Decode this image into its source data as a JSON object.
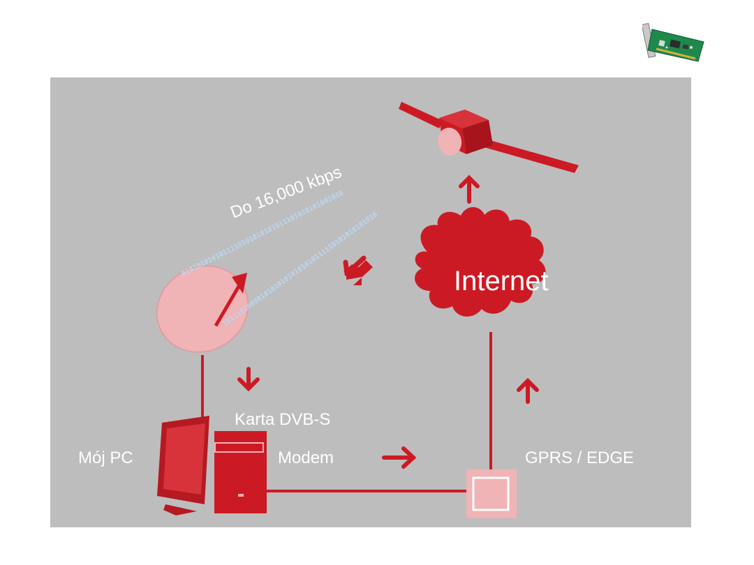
{
  "diagram": {
    "speed_label": "Do 16,000 kbps",
    "cloud_label": "Internet",
    "dvb_label": "Karta DVB-S",
    "pc_label": "Mój PC",
    "modem_label": "Modem",
    "gprs_label": "GPRS / EDGE",
    "bits_top": "0101010101011110101010101011101010101001010",
    "bits_bottom": "101110100001010101010101010111110101010101010",
    "colors": {
      "background": "#bdbdbd",
      "red": "#cc1a24",
      "pink": "#f0b3b6",
      "data_stream": "#bcd7f2"
    }
  },
  "icons": {
    "network_card": "network-card-icon"
  }
}
